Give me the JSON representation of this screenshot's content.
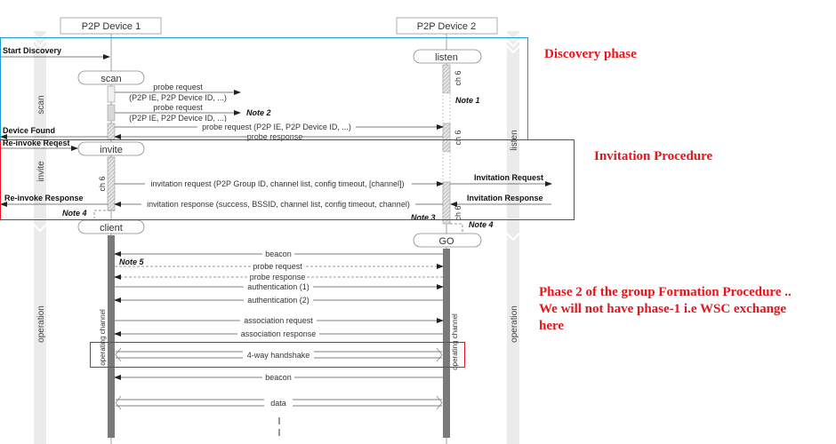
{
  "devices": {
    "d1": "P2P Device 1",
    "d2": "P2P Device 2"
  },
  "states": {
    "scan": "scan",
    "listen": "listen",
    "invite": "invite",
    "client": "client",
    "go": "GO"
  },
  "side_labels": {
    "scan": "scan",
    "invite": "invite",
    "operation_left": "operation",
    "listen": "listen",
    "operation_right": "operation"
  },
  "channel": {
    "ch6": "ch 6",
    "operating": "operating channel"
  },
  "events": {
    "start_discovery": "Start Discovery",
    "device_found": "Device Found",
    "reinvoke_request": "Re-invoke Reqest",
    "reinvoke_response": "Re-invoke Response",
    "invitation_request": "Invitation Request",
    "invitation_response": "Invitation Response"
  },
  "notes": {
    "n1": "Note 1",
    "n2": "Note 2",
    "n3": "Note 3",
    "n4": "Note 4",
    "n5": "Note 5"
  },
  "messages": {
    "probe_request": "probe request",
    "probe_params": "(P2P IE, P2P Device ID, ...)",
    "probe_request_full": "probe request (P2P IE, P2P Device ID, ...)",
    "probe_response": "probe response",
    "invitation_request": "invitation request (P2P Group ID, channel list, config timeout, [channel])",
    "invitation_response": "invitation response (success, BSSID, channel list, config timeout, channel)",
    "beacon": "beacon",
    "auth1": "authentication (1)",
    "auth2": "authentication (2)",
    "assoc_req": "association request",
    "assoc_resp": "association response",
    "handshake": "4-way handshake",
    "data": "data"
  },
  "annotations": {
    "discovery": "Discovery phase",
    "invitation": "Invitation Procedure",
    "phase2_line1": "Phase 2 of the group Formation Procedure ..",
    "phase2_line2": "We will not have phase-1 i.e WSC exchange",
    "phase2_line3": "here"
  },
  "colors": {
    "blue_box": "#1a9ad6",
    "red_box": "#e8141c",
    "red_text": "#e8141c"
  }
}
